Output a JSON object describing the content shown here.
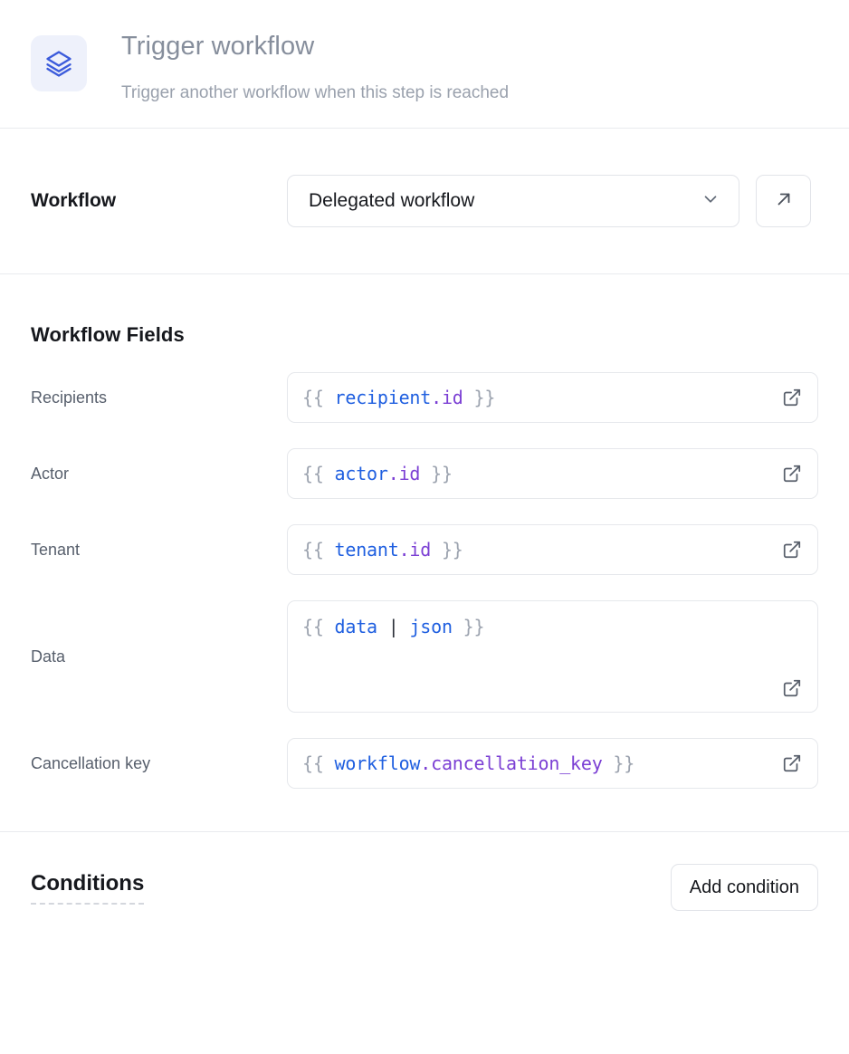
{
  "header": {
    "icon": "layers-icon",
    "title": "Trigger workflow",
    "subtitle": "Trigger another workflow when this step is reached"
  },
  "workflow": {
    "label": "Workflow",
    "selected": "Delegated workflow",
    "chevron_icon": "chevron-down-icon",
    "open_icon": "arrow-up-right-icon"
  },
  "fields_section": {
    "heading": "Workflow Fields",
    "expand_icon": "external-link-icon",
    "fields": [
      {
        "label": "Recipients",
        "value": "{{ recipient.id }}",
        "tokens": [
          {
            "t": "{{ ",
            "k": "brace"
          },
          {
            "t": "recipient",
            "k": "obj"
          },
          {
            "t": ".id",
            "k": "prop"
          },
          {
            "t": " }}",
            "k": "brace"
          }
        ],
        "multiline": false
      },
      {
        "label": "Actor",
        "value": "{{ actor.id }}",
        "tokens": [
          {
            "t": "{{ ",
            "k": "brace"
          },
          {
            "t": "actor",
            "k": "obj"
          },
          {
            "t": ".id",
            "k": "prop"
          },
          {
            "t": " }}",
            "k": "brace"
          }
        ],
        "multiline": false
      },
      {
        "label": "Tenant",
        "value": "{{ tenant.id }}",
        "tokens": [
          {
            "t": "{{ ",
            "k": "brace"
          },
          {
            "t": "tenant",
            "k": "obj"
          },
          {
            "t": ".id",
            "k": "prop"
          },
          {
            "t": " }}",
            "k": "brace"
          }
        ],
        "multiline": false
      },
      {
        "label": "Data",
        "value": "{{ data | json }}",
        "tokens": [
          {
            "t": "{{ ",
            "k": "brace"
          },
          {
            "t": "data",
            "k": "obj"
          },
          {
            "t": " ",
            "k": "brace"
          },
          {
            "t": "|",
            "k": "pipe"
          },
          {
            "t": " ",
            "k": "brace"
          },
          {
            "t": "json",
            "k": "obj"
          },
          {
            "t": " }}",
            "k": "brace"
          }
        ],
        "multiline": true
      },
      {
        "label": "Cancellation key",
        "value": "{{ workflow.cancellation_key }}",
        "tokens": [
          {
            "t": "{{ ",
            "k": "brace"
          },
          {
            "t": "workflow",
            "k": "obj"
          },
          {
            "t": ".cancellation_key",
            "k": "prop"
          },
          {
            "t": " }}",
            "k": "brace"
          }
        ],
        "multiline": false
      }
    ]
  },
  "conditions": {
    "title": "Conditions",
    "add_button": "Add condition"
  },
  "colors": {
    "accent_blue": "#3b5bdb",
    "icon_bg": "#eef1fb",
    "token_object": "#1f5fe0",
    "token_property": "#7b3fd4",
    "token_brace": "#9ca3af",
    "border": "#e2e4e9",
    "title_gray": "#868e9c",
    "subtitle_gray": "#9aa1ad",
    "label_gray": "#575f6c",
    "text_dark": "#16181d"
  }
}
